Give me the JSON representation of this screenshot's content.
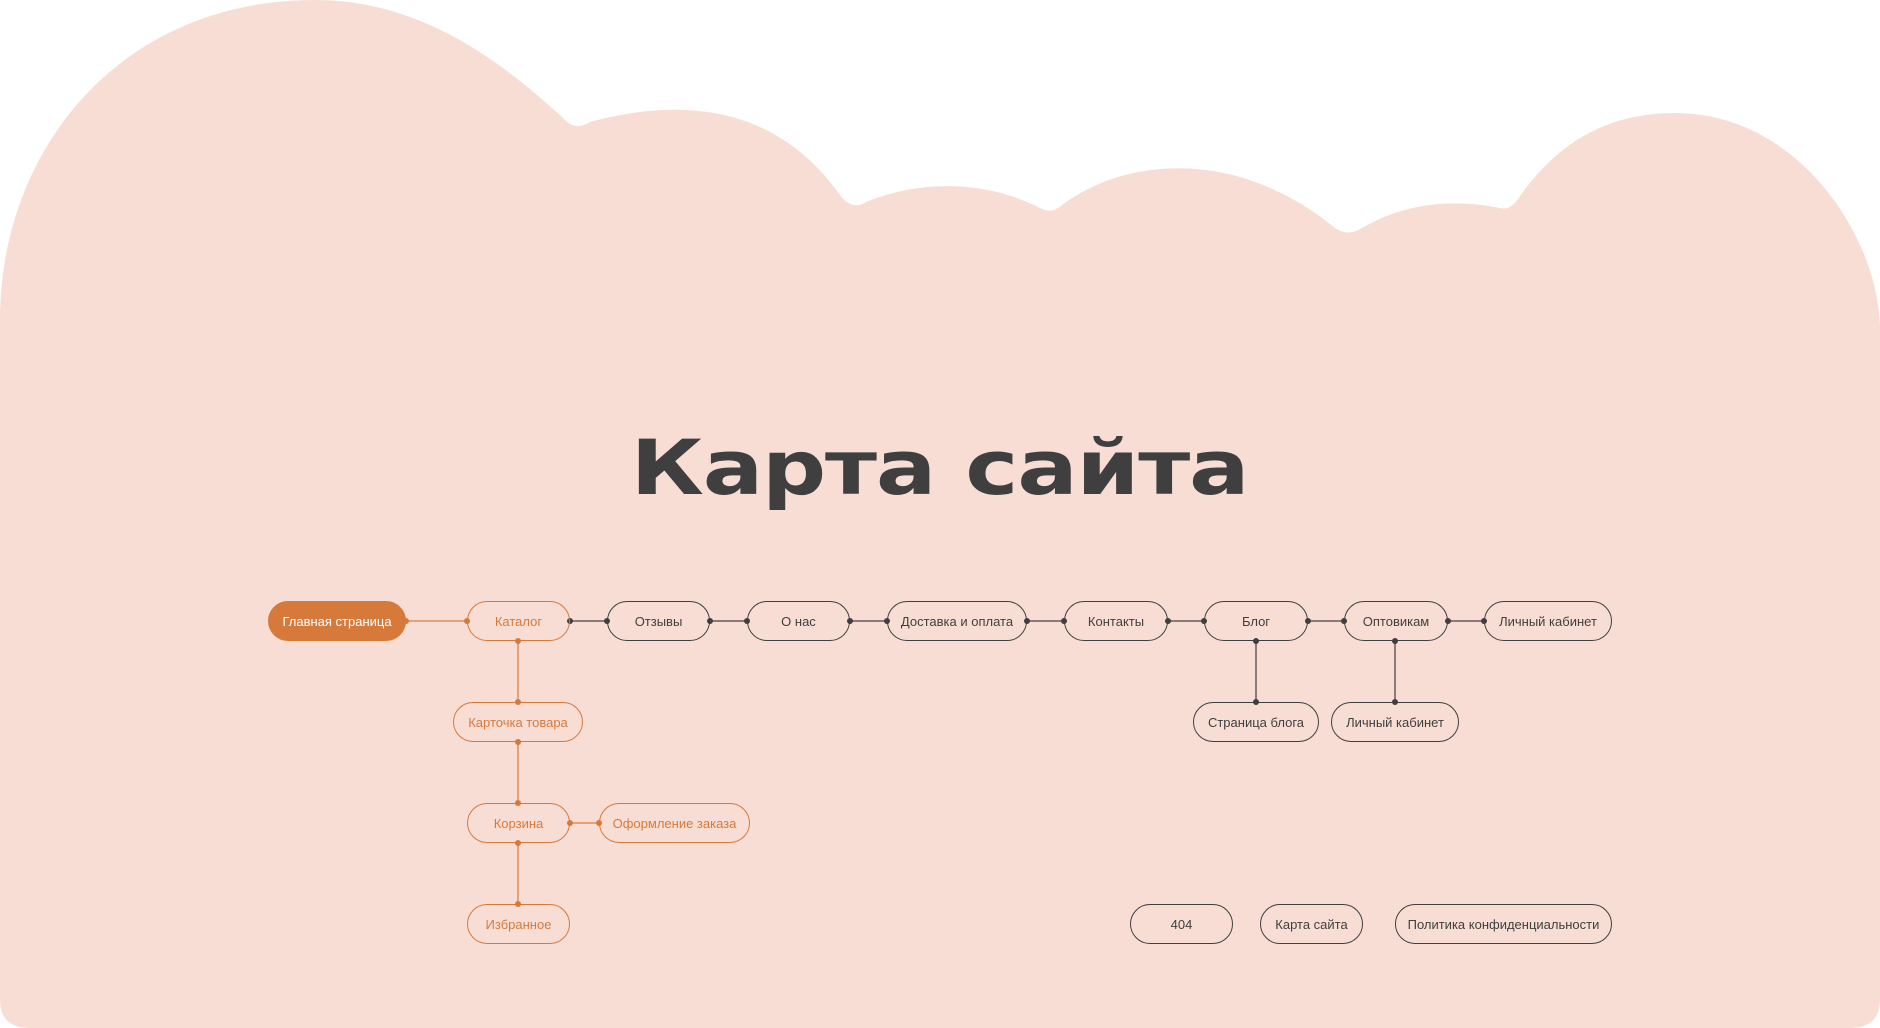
{
  "page": {
    "title": "Карта сайта",
    "colors": {
      "background": "#ffffff",
      "cloud": "#f8ddd4",
      "accent": "#d67a3c",
      "dark": "#3f3f3f",
      "link_dark": "#8a7b78",
      "link_orange": "#e3a27a"
    }
  },
  "sitemap": {
    "main_row": [
      {
        "id": "home",
        "label": "Главная страница",
        "style": "filled"
      },
      {
        "id": "catalog",
        "label": "Каталог",
        "style": "orange"
      },
      {
        "id": "reviews",
        "label": "Отзывы",
        "style": "dark"
      },
      {
        "id": "about",
        "label": "О нас",
        "style": "dark"
      },
      {
        "id": "delivery",
        "label": "Доставка и оплата",
        "style": "dark"
      },
      {
        "id": "contacts",
        "label": "Контакты",
        "style": "dark"
      },
      {
        "id": "blog",
        "label": "Блог",
        "style": "dark"
      },
      {
        "id": "wholesale",
        "label": "Оптовикам",
        "style": "dark"
      },
      {
        "id": "account",
        "label": "Личный кабинет",
        "style": "dark"
      }
    ],
    "catalog_branch": [
      {
        "id": "product_card",
        "label": "Карточка товара",
        "style": "orange"
      },
      {
        "id": "cart",
        "label": "Корзина",
        "style": "orange"
      },
      {
        "id": "checkout",
        "label": "Оформление заказа",
        "style": "orange"
      },
      {
        "id": "favorites",
        "label": "Избранное",
        "style": "orange"
      }
    ],
    "blog_branch": [
      {
        "id": "blog_page",
        "label": "Страница блога",
        "style": "dark"
      }
    ],
    "wholesale_branch": [
      {
        "id": "wholesale_account",
        "label": "Личный кабинет",
        "style": "dark"
      }
    ],
    "service_pages": [
      {
        "id": "p404",
        "label": "404",
        "style": "dark"
      },
      {
        "id": "sitemap",
        "label": "Карта сайта",
        "style": "dark"
      },
      {
        "id": "privacy",
        "label": "Политика конфиденциальности",
        "style": "dark"
      }
    ]
  }
}
